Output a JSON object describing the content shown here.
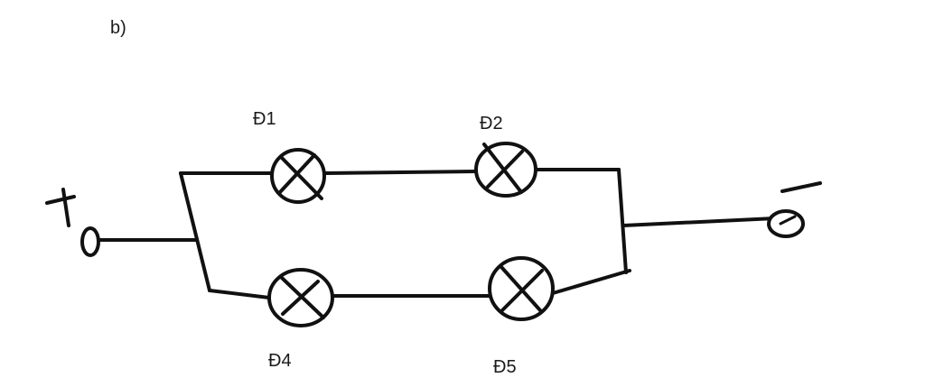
{
  "part_label": "b)",
  "lamps": [
    {
      "id": "d1",
      "label": "Đ1"
    },
    {
      "id": "d2",
      "label": "Đ2"
    },
    {
      "id": "d4",
      "label": "Đ4"
    },
    {
      "id": "d5",
      "label": "Đ5"
    }
  ],
  "terminals": {
    "positive": "+",
    "negative": "-"
  }
}
